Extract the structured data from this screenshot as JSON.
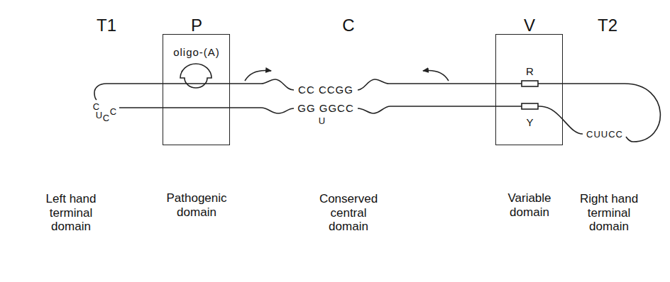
{
  "diagram": {
    "nodes": [
      {
        "text": [
          "oligo-(A)"
        ]
      },
      {
        "text": [
          "R",
          "Y"
        ]
      }
    ],
    "labels": [
      "T1",
      "P",
      "C",
      "V",
      "T2",
      "C",
      "U",
      "C",
      "C",
      "CC CCGG",
      "GG GGCC",
      "U",
      "CUUCC",
      "Left hand terminal domain",
      "Pathogenic domain",
      "Conserved central domain",
      "Variable domain",
      "Right hand terminal domain"
    ]
  }
}
